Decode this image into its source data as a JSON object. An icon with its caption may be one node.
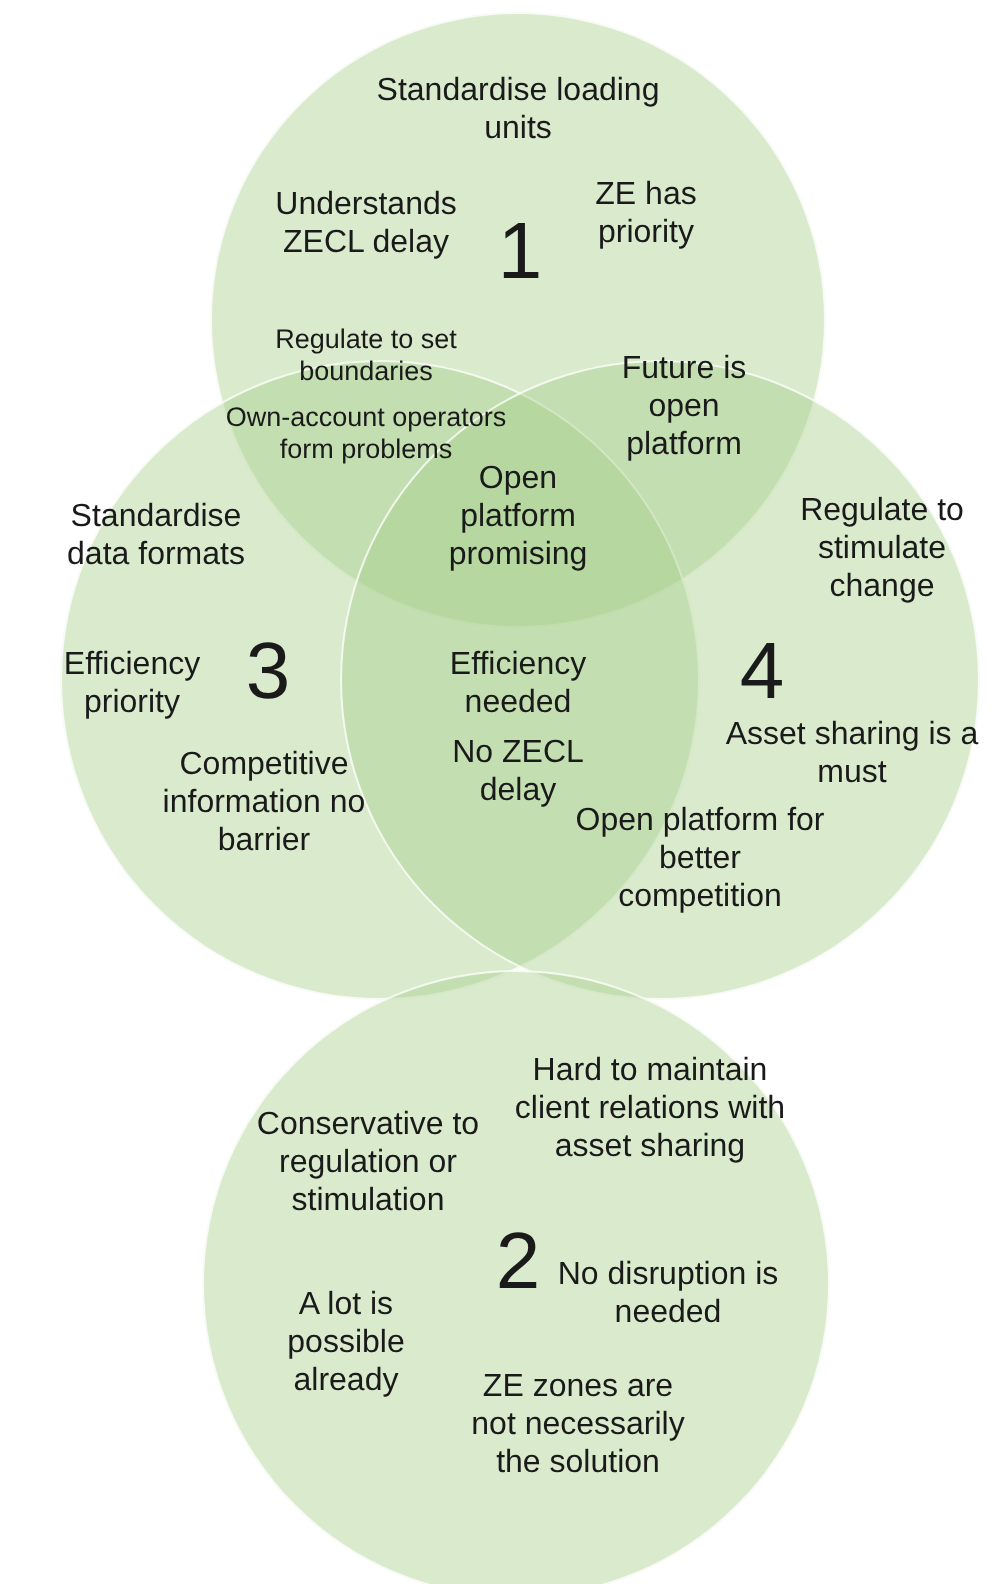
{
  "diagram": {
    "nodes": [
      {
        "text": [
          "Standardise loading units",
          "Understands ZECL delay",
          "1",
          "ZE has priority"
        ]
      },
      {
        "text": [
          "Standardise data formats",
          "3",
          "Efficiency priority",
          "Competitive information no barrier"
        ]
      },
      {
        "text": [
          "Regulate to stimulate change",
          "4",
          "Asset sharing is a must",
          "Open platform for better competition"
        ]
      },
      {
        "text": [
          "Hard to maintain client relations with asset sharing",
          "Conservative to regulation or stimulation",
          "2",
          "No disruption is needed",
          "A lot is possible already",
          "ZE zones are not necessarily the solution"
        ]
      }
    ],
    "labels": [
      "Regulate to set boundaries",
      "Own-account operators form problems",
      "Future is open platform",
      "Open platform promising",
      "Efficiency needed",
      "No ZECL delay"
    ]
  }
}
